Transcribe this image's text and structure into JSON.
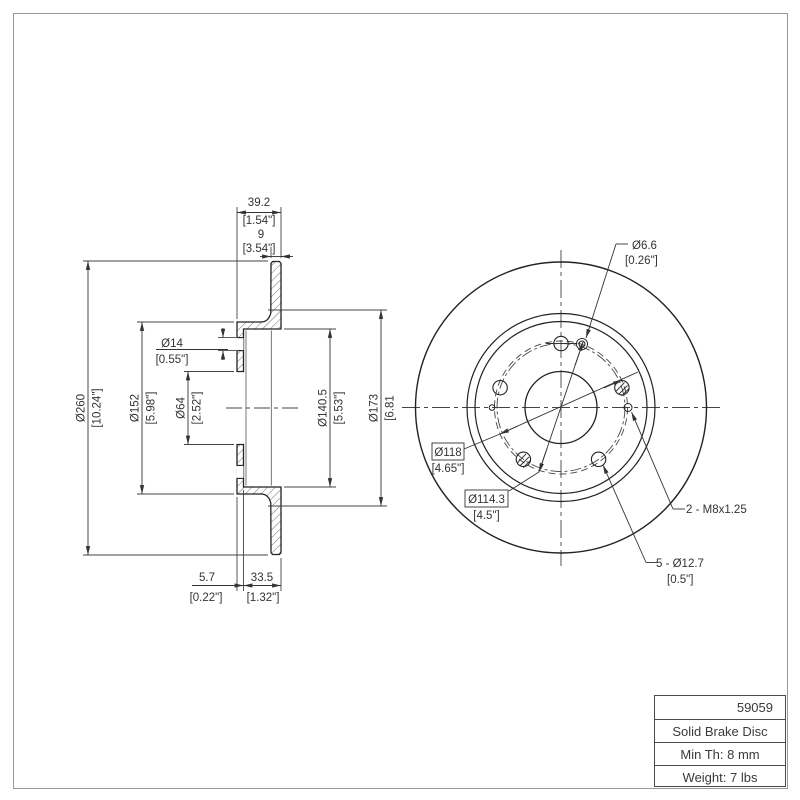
{
  "section": {
    "width_mm": "39.2",
    "width_in": "[1.54\"]",
    "thick_mm": "9",
    "thick_in": "[3.54\"]",
    "outer_mm": "Ø260",
    "outer_in": "[10.24\"]",
    "hat_mm": "Ø152",
    "hat_in": "[5.98\"]",
    "bore_mm": "Ø64",
    "bore_in": "[2.52\"]",
    "hole_mm": "Ø14",
    "hole_in": "[0.55\"]",
    "inner_mm": "Ø140.5",
    "inner_in": "[5.53\"]",
    "step_mm": "Ø173",
    "step_in": "[6.81",
    "flange_mm": "5.7",
    "flange_in": "[0.22\"]",
    "depth_mm": "33.5",
    "depth_in": "[1.32\"]"
  },
  "front": {
    "screw_mm": "Ø6.6",
    "screw_in": "[0.26\"]",
    "bc2_mm": "Ø118",
    "bc2_in": "[4.65\"]",
    "bc_mm": "Ø114.3",
    "bc_in": "[4.5\"]",
    "thread_label": "2 - M8x1.25",
    "lug_label": "5 - Ø12.7",
    "lug_in": "[0.5\"]"
  },
  "title_block": {
    "part_number": "59059",
    "description": "Solid Brake Disc",
    "min_thickness": "Min Th: 8 mm",
    "weight": "Weight: 7 lbs"
  }
}
